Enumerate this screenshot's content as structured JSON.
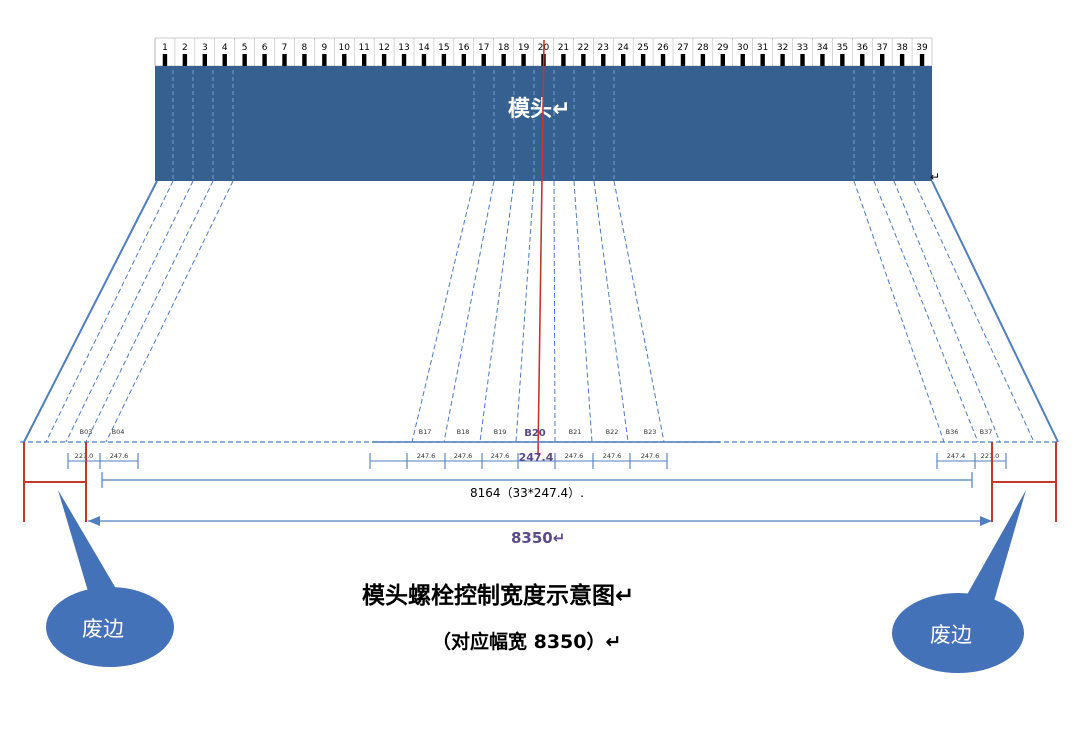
{
  "colors": {
    "die": "#35608f",
    "blue_line": "#4f7fc0",
    "dash": "#4a7cc4",
    "red": "#c0392b",
    "bubble": "#4472b8",
    "bubble_text": "#ffffff",
    "dim_text": "#5a4a8a",
    "text": "#000000"
  },
  "ruler": {
    "numbers": [
      "1",
      "2",
      "3",
      "4",
      "5",
      "6",
      "7",
      "8",
      "9",
      "10",
      "11",
      "12",
      "13",
      "14",
      "15",
      "16",
      "17",
      "18",
      "19",
      "20",
      "21",
      "22",
      "23",
      "24",
      "25",
      "26",
      "27",
      "28",
      "29",
      "30",
      "31",
      "32",
      "33",
      "34",
      "35",
      "36",
      "37",
      "38",
      "39"
    ]
  },
  "die": {
    "label": "模头↵"
  },
  "bolts": [
    {
      "label": "B03"
    },
    {
      "label": "B04"
    },
    {
      "label": "B17"
    },
    {
      "label": "B18"
    },
    {
      "label": "B19"
    },
    {
      "label": "B20"
    },
    {
      "label": "B21"
    },
    {
      "label": "B22"
    },
    {
      "label": "B23"
    },
    {
      "label": "B36"
    },
    {
      "label": "B37"
    }
  ],
  "spacings": [
    {
      "label": "221.0"
    },
    {
      "label": "247.6"
    },
    {
      "label": "247.6"
    },
    {
      "label": "247.6"
    },
    {
      "label": "247.6"
    },
    {
      "label": "247.4"
    },
    {
      "label": "247.6"
    },
    {
      "label": "247.6"
    },
    {
      "label": "247.6"
    },
    {
      "label": "247.4"
    },
    {
      "label": "221.0"
    }
  ],
  "dims": {
    "inner": "8164（33*247.4）.",
    "overall": "8350↵"
  },
  "edges": {
    "left": "废边",
    "right": "废边"
  },
  "title": "模头螺栓控制宽度示意图↵",
  "subtitle": "（对应幅宽 8350）↵"
}
